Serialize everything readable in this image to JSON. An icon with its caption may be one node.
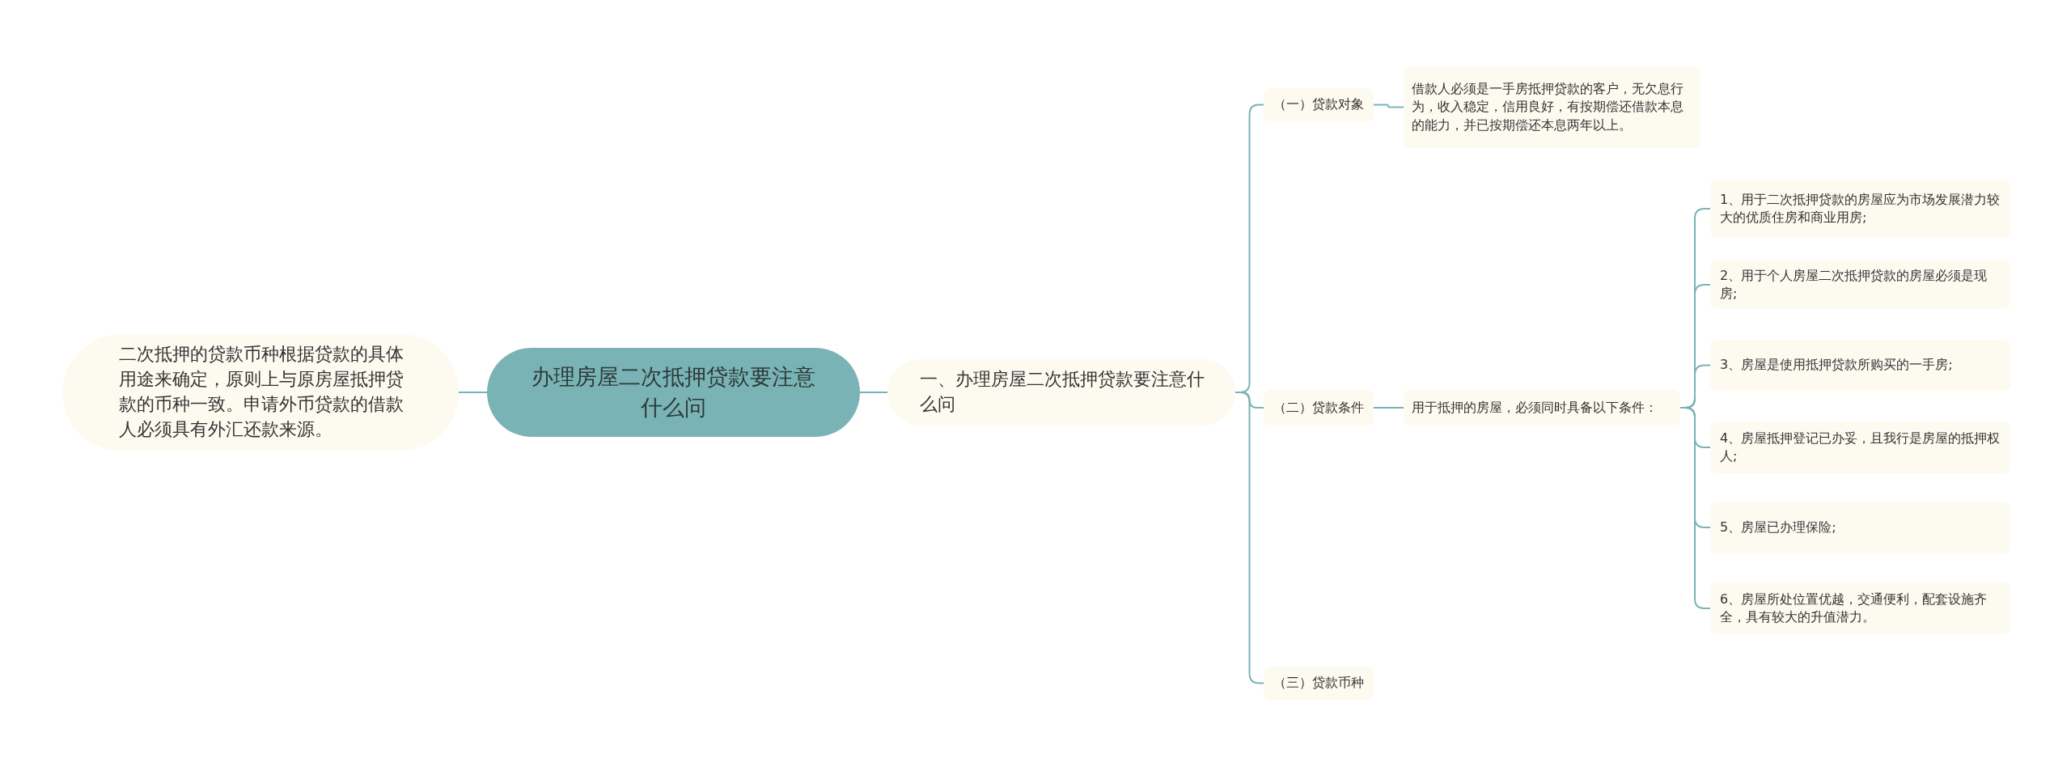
{
  "diagram": {
    "nodes": [
      {
        "text": [
          "二次抵押的贷款币种根据贷款的具体用途来确定，原则上与原房屋抵押贷款的币种一致。申请外币贷款的借款人必须具有外汇还款来源。"
        ]
      },
      {
        "text": [
          "办理房屋二次抵押贷款要注意什么问"
        ]
      },
      {
        "text": [
          "一、办理房屋二次抵押贷款要注意什么问"
        ]
      },
      {
        "text": [
          "（一）贷款对象"
        ]
      },
      {
        "text": [
          "借款人必须是一手房抵押贷款的客户，无欠息行为，收入稳定，信用良好，有按期偿还借款本息的能力，并已按期偿还本息两年以上。"
        ]
      },
      {
        "text": [
          "（二）贷款条件"
        ]
      },
      {
        "text": [
          "用于抵押的房屋，必须同时具备以下条件："
        ]
      },
      {
        "text": [
          "1、用于二次抵押贷款的房屋应为市场发展潜力较大的优质住房和商业用房;"
        ]
      },
      {
        "text": [
          "2、用于个人房屋二次抵押贷款的房屋必须是现房;"
        ]
      },
      {
        "text": [
          "3、房屋是使用抵押贷款所购买的一手房;"
        ]
      },
      {
        "text": [
          "4、房屋抵押登记已办妥，且我行是房屋的抵押权人;"
        ]
      },
      {
        "text": [
          "5、房屋已办理保险;"
        ]
      },
      {
        "text": [
          "6、房屋所处位置优越，交通便利，配套设施齐全，具有较大的升值潜力。"
        ]
      },
      {
        "text": [
          "（三）贷款币种"
        ]
      }
    ],
    "edges": [
      {
        "from": 1,
        "to": 0,
        "arrow": "none"
      },
      {
        "from": 1,
        "to": 2,
        "arrow": "none"
      },
      {
        "from": 2,
        "to": 3,
        "arrow": "none"
      },
      {
        "from": 2,
        "to": 5,
        "arrow": "none"
      },
      {
        "from": 2,
        "to": 13,
        "arrow": "none"
      },
      {
        "from": 3,
        "to": 4,
        "arrow": "none"
      },
      {
        "from": 5,
        "to": 6,
        "arrow": "none"
      },
      {
        "from": 6,
        "to": 7,
        "arrow": "none"
      },
      {
        "from": 6,
        "to": 8,
        "arrow": "none"
      },
      {
        "from": 6,
        "to": 9,
        "arrow": "none"
      },
      {
        "from": 6,
        "to": 10,
        "arrow": "none"
      },
      {
        "from": 6,
        "to": 11,
        "arrow": "none"
      },
      {
        "from": 6,
        "to": 12,
        "arrow": "none"
      }
    ]
  }
}
